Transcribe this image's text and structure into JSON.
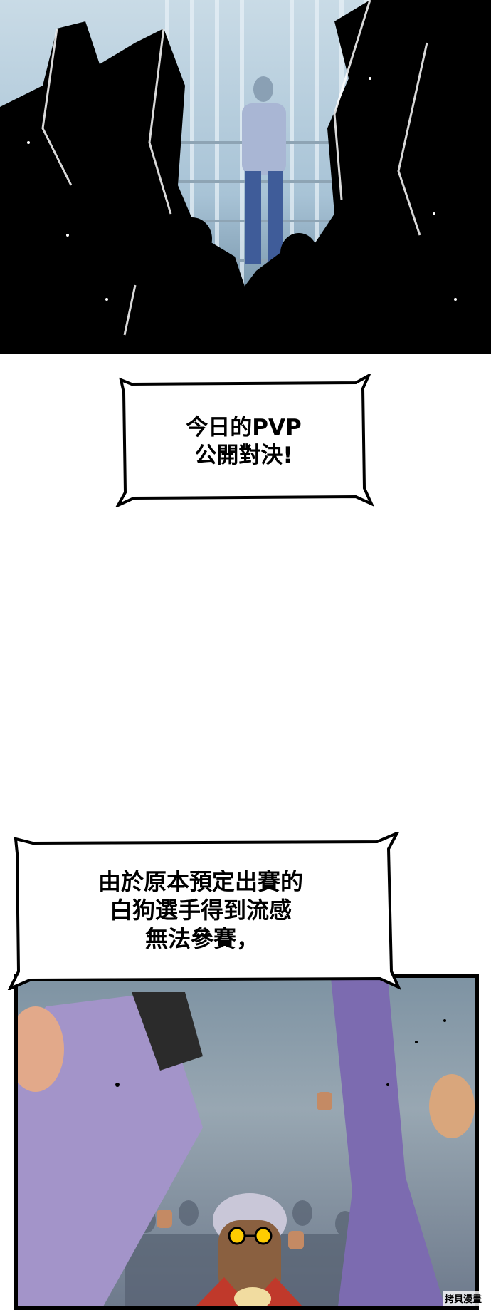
{
  "bubbles": [
    {
      "lines": [
        "今日的PVP",
        "公開對決!"
      ]
    },
    {
      "lines": [
        "由於原本預定出賽的",
        "白狗選手得到流感",
        "無法參賽，"
      ]
    }
  ],
  "watermark": "拷貝漫畫",
  "colors": {
    "ink": "#000000",
    "sky": "#c9dbe6",
    "purple": "#7c6bb0",
    "glasses": "#ffcc00"
  }
}
